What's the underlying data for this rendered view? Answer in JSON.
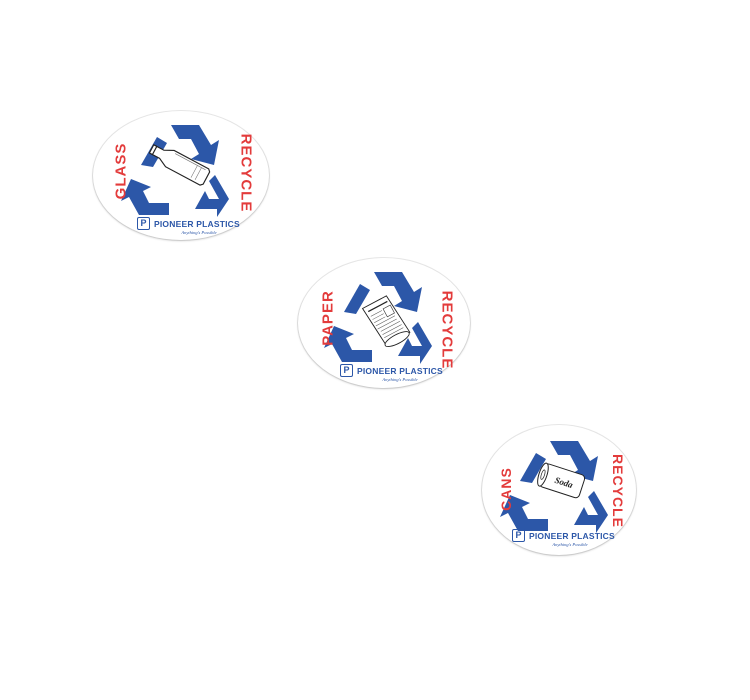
{
  "labels": [
    {
      "item_word": "GLASS",
      "recycle_word": "RECYCLE",
      "brand_name": "PIONEER PLASTICS",
      "brand_logo_letter": "P",
      "brand_tagline": "Anything's Possible",
      "item_icon": "glass-bottle-icon"
    },
    {
      "item_word": "PAPER",
      "recycle_word": "RECYCLE",
      "brand_name": "PIONEER PLASTICS",
      "brand_logo_letter": "P",
      "brand_tagline": "Anything's Possible",
      "item_icon": "newspaper-icon"
    },
    {
      "item_word": "CANS",
      "recycle_word": "RECYCLE",
      "brand_name": "PIONEER PLASTICS",
      "brand_logo_letter": "P",
      "brand_tagline": "Anything's Possible",
      "item_icon": "soda-can-icon",
      "can_text": "Soda"
    }
  ],
  "colors": {
    "recycle_arrows": "#2c57a8",
    "word_red": "#e33b3b",
    "brand_blue": "#2c57a8",
    "label_background": "#ffffff"
  }
}
